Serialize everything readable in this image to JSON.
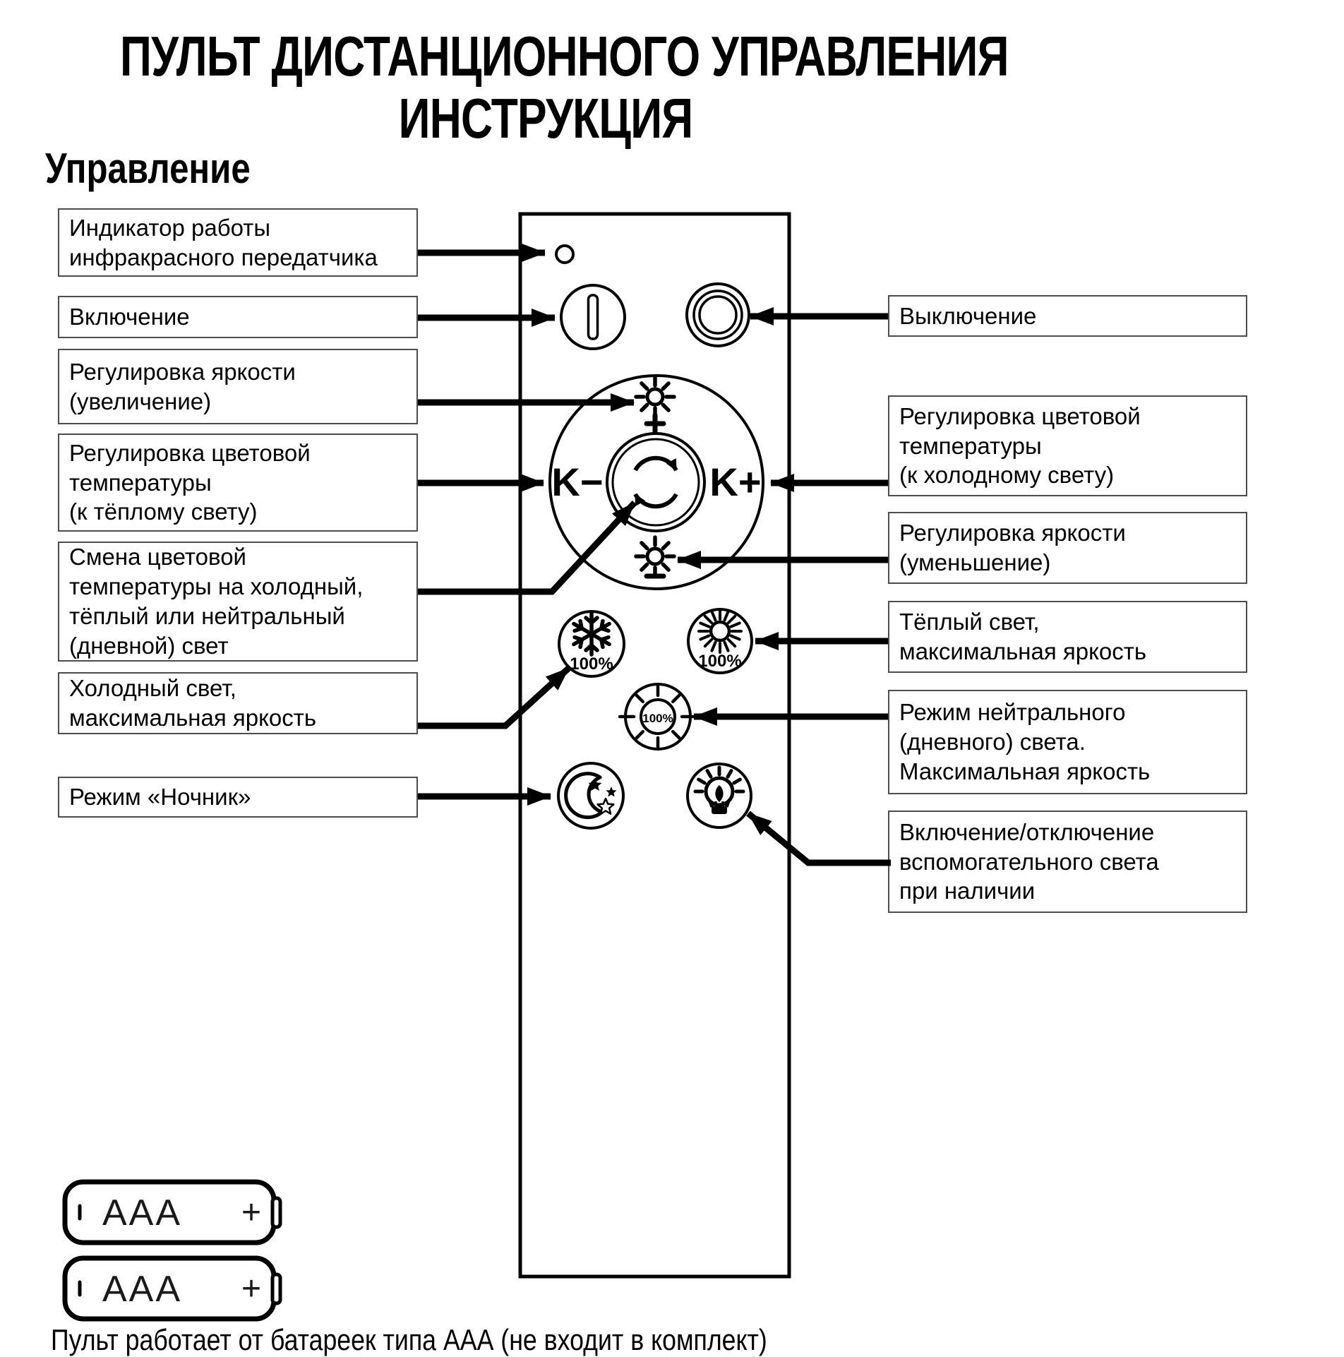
{
  "title": {
    "line1": "ПУЛЬТ ДИСТАНЦИОННОГО УПРАВЛЕНИЯ",
    "line2": "ИНСТРУКЦИЯ"
  },
  "section_heading": "Управление",
  "left_labels": [
    {
      "text": "Индикатор работы\nинфракрасного передатчика"
    },
    {
      "text": "Включение"
    },
    {
      "text": "Регулировка яркости\n(увеличение)"
    },
    {
      "text": "Регулировка цветовой\nтемпературы\n(к тёплому свету)"
    },
    {
      "text": "Смена цветовой\nтемпературы на холодный,\nтёплый или нейтральный\n(дневной) свет"
    },
    {
      "text": "Холодный свет,\nмаксимальная яркость"
    },
    {
      "text": "Режим «Ночник»"
    }
  ],
  "right_labels": [
    {
      "text": "Выключение"
    },
    {
      "text": "Регулировка цветовой\nтемпературы\n(к холодному свету)"
    },
    {
      "text": "Регулировка яркости\n(уменьшение)"
    },
    {
      "text": "Тёплый свет,\nмаксимальная яркость"
    },
    {
      "text": "Режим нейтрального\n(дневного) света.\nМаксимальная яркость"
    },
    {
      "text": "Включение/отключение\nвспомогательного света\nпри наличии"
    }
  ],
  "remote": {
    "k_minus": "K−",
    "k_plus": "K+",
    "cool_max_label": "100%",
    "warm_max_label": "100%",
    "neutral_max_label": "100%"
  },
  "batteries": {
    "count": 2,
    "type_label": "AAA",
    "plus": "+"
  },
  "footer_note": "Пульт работает от батареек типа ААА (не входит в комплект)",
  "icons": {
    "ir_indicator": "small-dot",
    "power_on": "circle-with-bar",
    "power_off": "concentric-rings",
    "brightness_up": "sun-plus",
    "brightness_down": "sun-minus",
    "temp_cycle": "cycle-arrows",
    "cool_max": "snowflake-100",
    "warm_max": "sun-rays-100",
    "neutral_max": "dashed-sun-100",
    "night_mode": "moon-stars",
    "aux_light": "bulb-rays"
  },
  "colors": {
    "ink": "#000000",
    "box_border": "#4d4d4d",
    "background": "#ffffff"
  }
}
